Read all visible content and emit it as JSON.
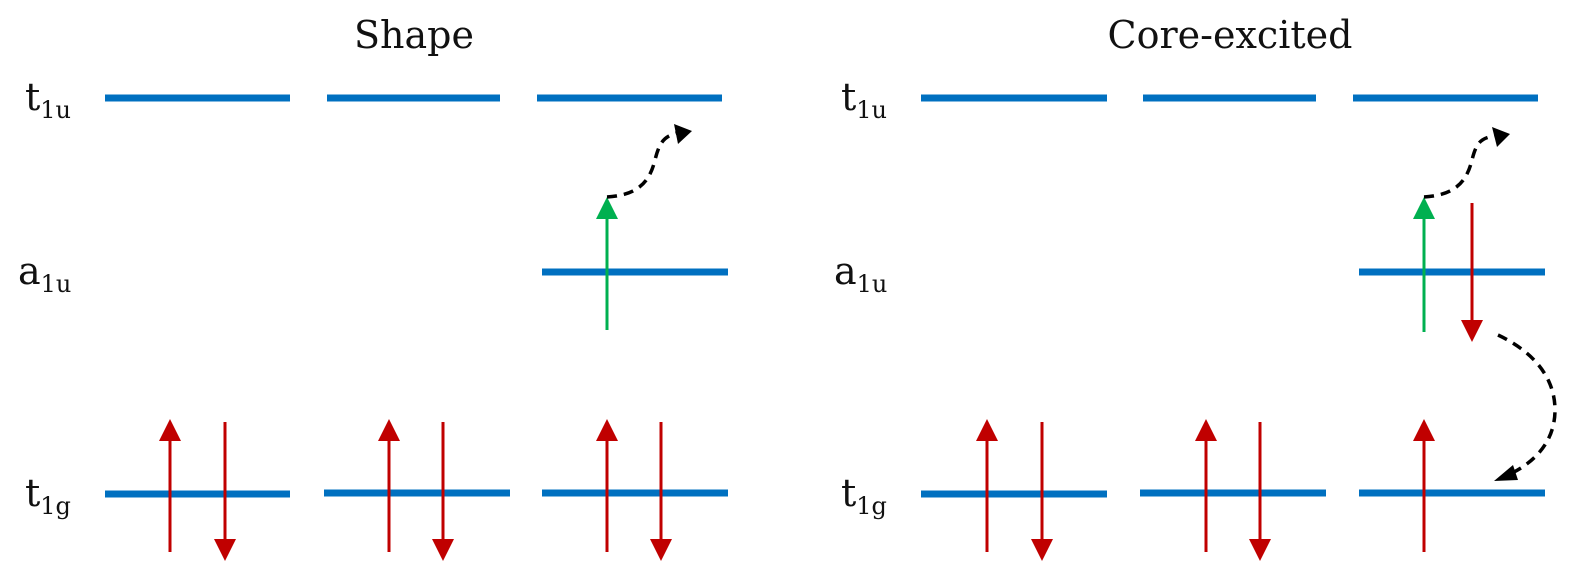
{
  "panels": [
    {
      "title": "Shape",
      "levels": [
        {
          "base": "t",
          "sub": "1u"
        },
        {
          "base": "a",
          "sub": "1u"
        },
        {
          "base": "t",
          "sub": "1g"
        }
      ]
    },
    {
      "title": "Core-excited",
      "levels": [
        {
          "base": "t",
          "sub": "1u"
        },
        {
          "base": "a",
          "sub": "1u"
        },
        {
          "base": "t",
          "sub": "1g"
        }
      ]
    }
  ],
  "colors": {
    "level": "#0070c0",
    "spin_red": "#c00000",
    "spin_green": "#00b050",
    "transition": "#000000"
  }
}
